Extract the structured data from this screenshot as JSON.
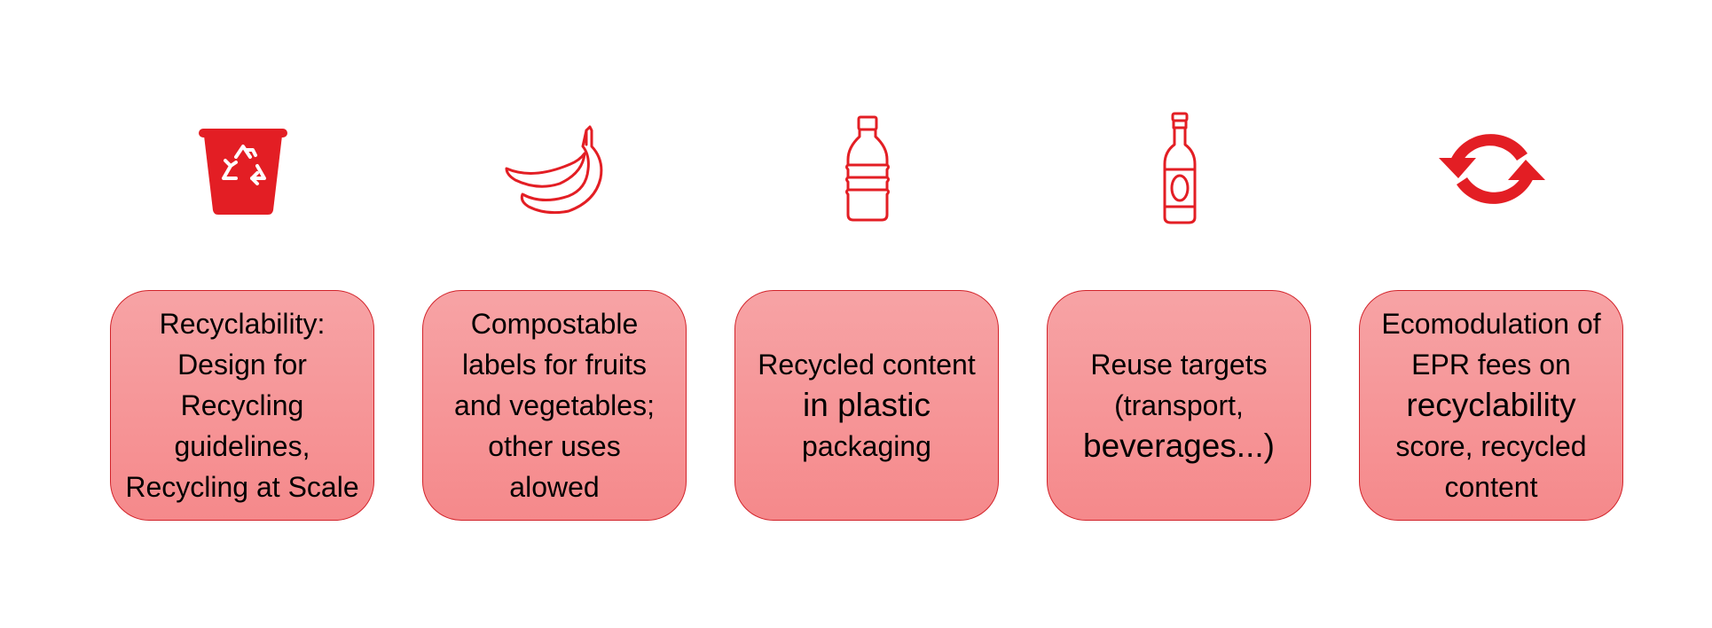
{
  "colors": {
    "accent": "#e31e24",
    "card_fill_top": "#f7a3a5",
    "card_fill_bottom": "#f5898b",
    "card_border": "#d2232a"
  },
  "items": [
    {
      "icon": "recycling-bin-icon",
      "lines": [
        "Recyclability:",
        "Design for",
        "Recycling",
        "guidelines,",
        "Recycling at Scale"
      ]
    },
    {
      "icon": "banana-icon",
      "lines": [
        "Compostable",
        "labels for fruits",
        "and vegetables;",
        "other uses",
        "alowed"
      ]
    },
    {
      "icon": "plastic-bottle-icon",
      "lines": [
        "Recycled content",
        "in plastic",
        "packaging"
      ]
    },
    {
      "icon": "glass-bottle-icon",
      "lines": [
        "Reuse targets",
        "(transport,",
        "beverages...)"
      ]
    },
    {
      "icon": "circular-arrows-icon",
      "lines": [
        "Ecomodulation of",
        "EPR fees on",
        "recyclability",
        "score, recycled",
        "content"
      ]
    }
  ]
}
